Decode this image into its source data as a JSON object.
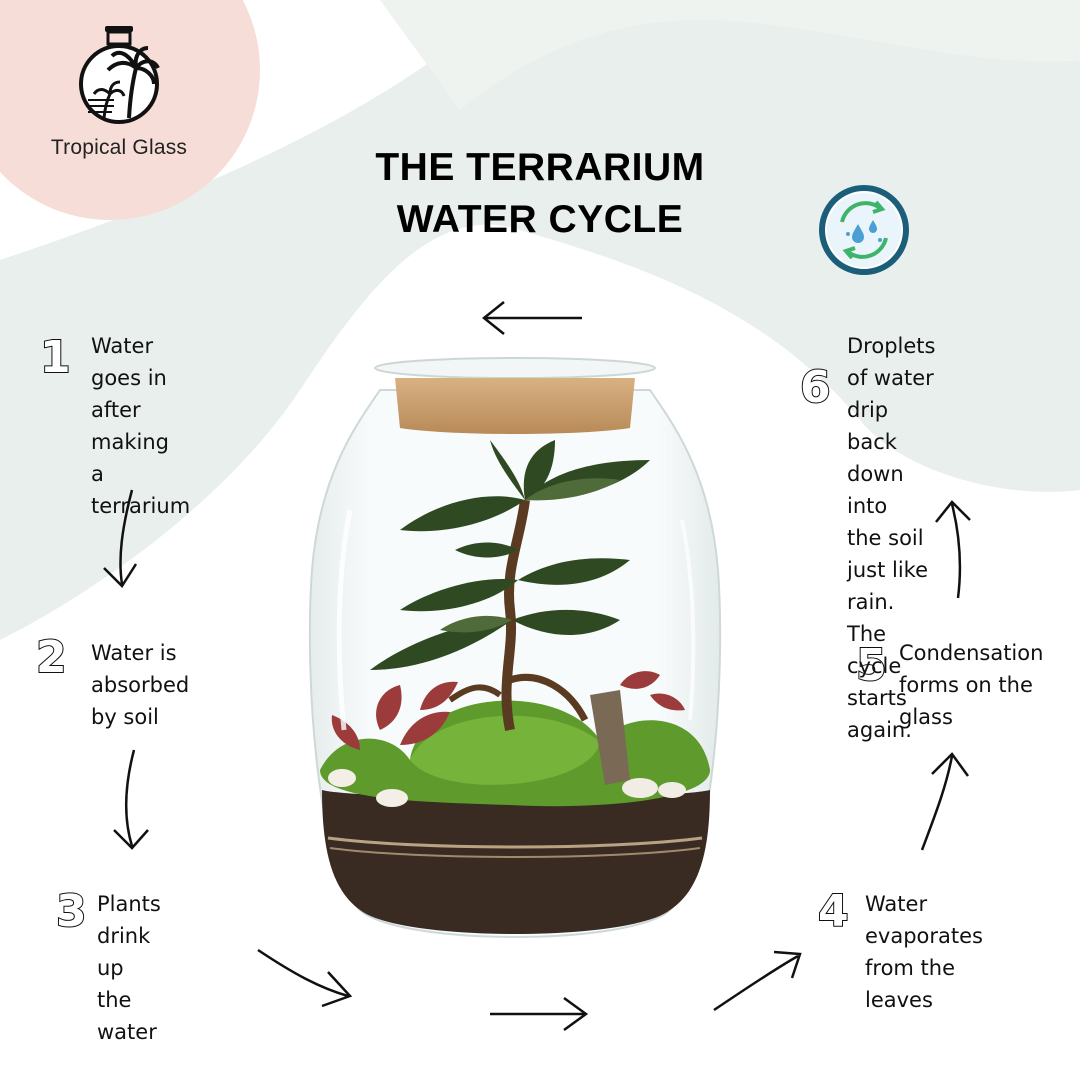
{
  "brand": {
    "name": "Tropical Glass",
    "logo_icon": "palm-bottle-logo-icon"
  },
  "title": {
    "line1": "THE TERRARIUM",
    "line2": "WATER CYCLE"
  },
  "badge_icon": "water-recycle-icon",
  "colors": {
    "peach": "#f7ddd7",
    "mint": "#e9efec",
    "badge_ring": "#1b5e7a",
    "badge_arrows": "#3fb36a",
    "drops": "#4a9fd4",
    "cork": "#c99d6b",
    "moss": "#5f9a2c",
    "soil": "#3a2b22"
  },
  "steps": [
    {
      "number": "1",
      "text": [
        "Water goes in",
        "after making",
        "a terrarium"
      ]
    },
    {
      "number": "2",
      "text": [
        "Water is",
        "absorbed",
        "by soil"
      ]
    },
    {
      "number": "3",
      "text": [
        "Plants drink",
        "up the water"
      ]
    },
    {
      "number": "4",
      "text": [
        "Water evaporates",
        "from the leaves"
      ]
    },
    {
      "number": "5",
      "text": [
        "Condensation",
        "forms on the",
        "glass"
      ]
    },
    {
      "number": "6",
      "text": [
        "Droplets of water",
        "drip back down into",
        "the soil just like",
        "rain. The cycle",
        "starts again."
      ]
    }
  ]
}
